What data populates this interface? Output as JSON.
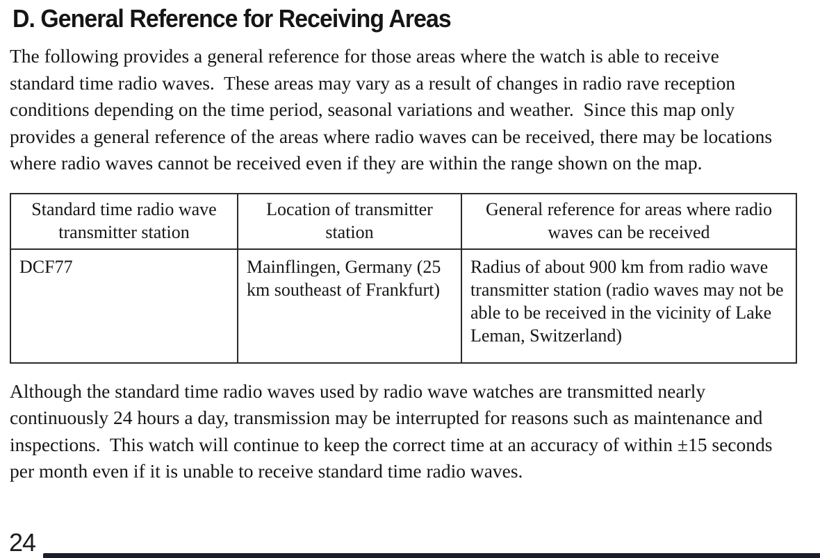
{
  "page": {
    "title": "D. General Reference for Receiving Areas",
    "intro": "The following provides a general reference for those areas where the watch is able to receive standard time radio waves.  These areas may vary as a result of changes in radio rave reception conditions depending on the time period, seasonal variations and weather.  Since this map only provides a general reference of the areas where radio waves can be received, there may be locations where radio waves cannot be received even if they are within the range shown on the map.",
    "outro": "Although the standard time radio waves used by radio wave watches are transmitted nearly continuously 24 hours a day, transmission may be interrupted for reasons such as maintenance and inspections.  This watch will continue to keep the correct time at an accuracy of within ±15 seconds per month even if it is unable to receive standard time radio waves.",
    "page_number": "24"
  },
  "table": {
    "headers": [
      "Standard time radio wave transmitter station",
      "Location of transmitter station",
      "General reference for areas where radio waves can be received"
    ],
    "rows": [
      [
        "DCF77",
        "Mainflingen, Germany (25 km southeast of Frankfurt)",
        "Radius of about 900 km from radio wave transmitter station (radio waves may not be able to be received in the vicinity of Lake Leman, Switzerland)"
      ]
    ]
  },
  "colors": {
    "text": "#161616",
    "background": "#ffffff",
    "bottom_bar": "#1a1d2b"
  }
}
